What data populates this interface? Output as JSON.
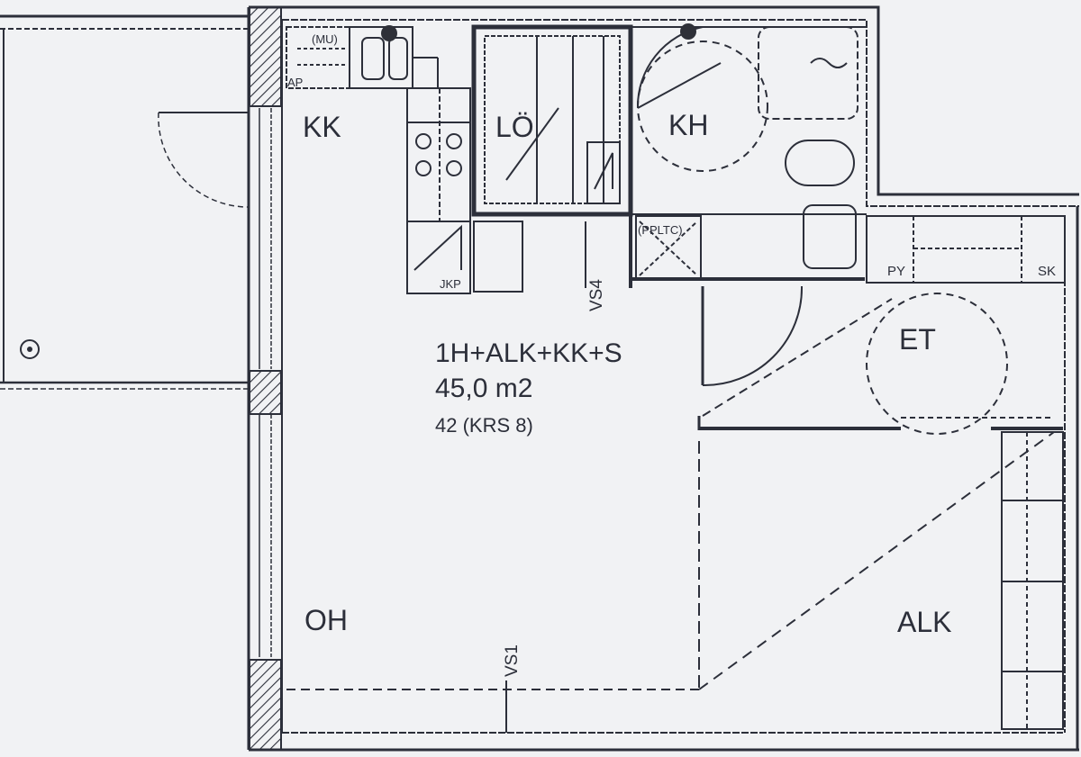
{
  "rooms": {
    "kk": "KK",
    "lo": "LÖ",
    "kh": "KH",
    "et": "ET",
    "oh": "OH",
    "alk": "ALK"
  },
  "fixtures": {
    "mu": "(MU)",
    "ap": "AP",
    "jkp": "JKP",
    "ppltc": "(PPLTC)",
    "py": "PY",
    "sk": "SK"
  },
  "markers": {
    "vs4": "VS4",
    "vs1": "VS1"
  },
  "apartment": {
    "type": "1H+ALK+KK+S",
    "area": "45,0 m2",
    "number": "42 (KRS 8)"
  },
  "colors": {
    "line": "#2c2f3a",
    "paper": "#f1f2f4"
  }
}
